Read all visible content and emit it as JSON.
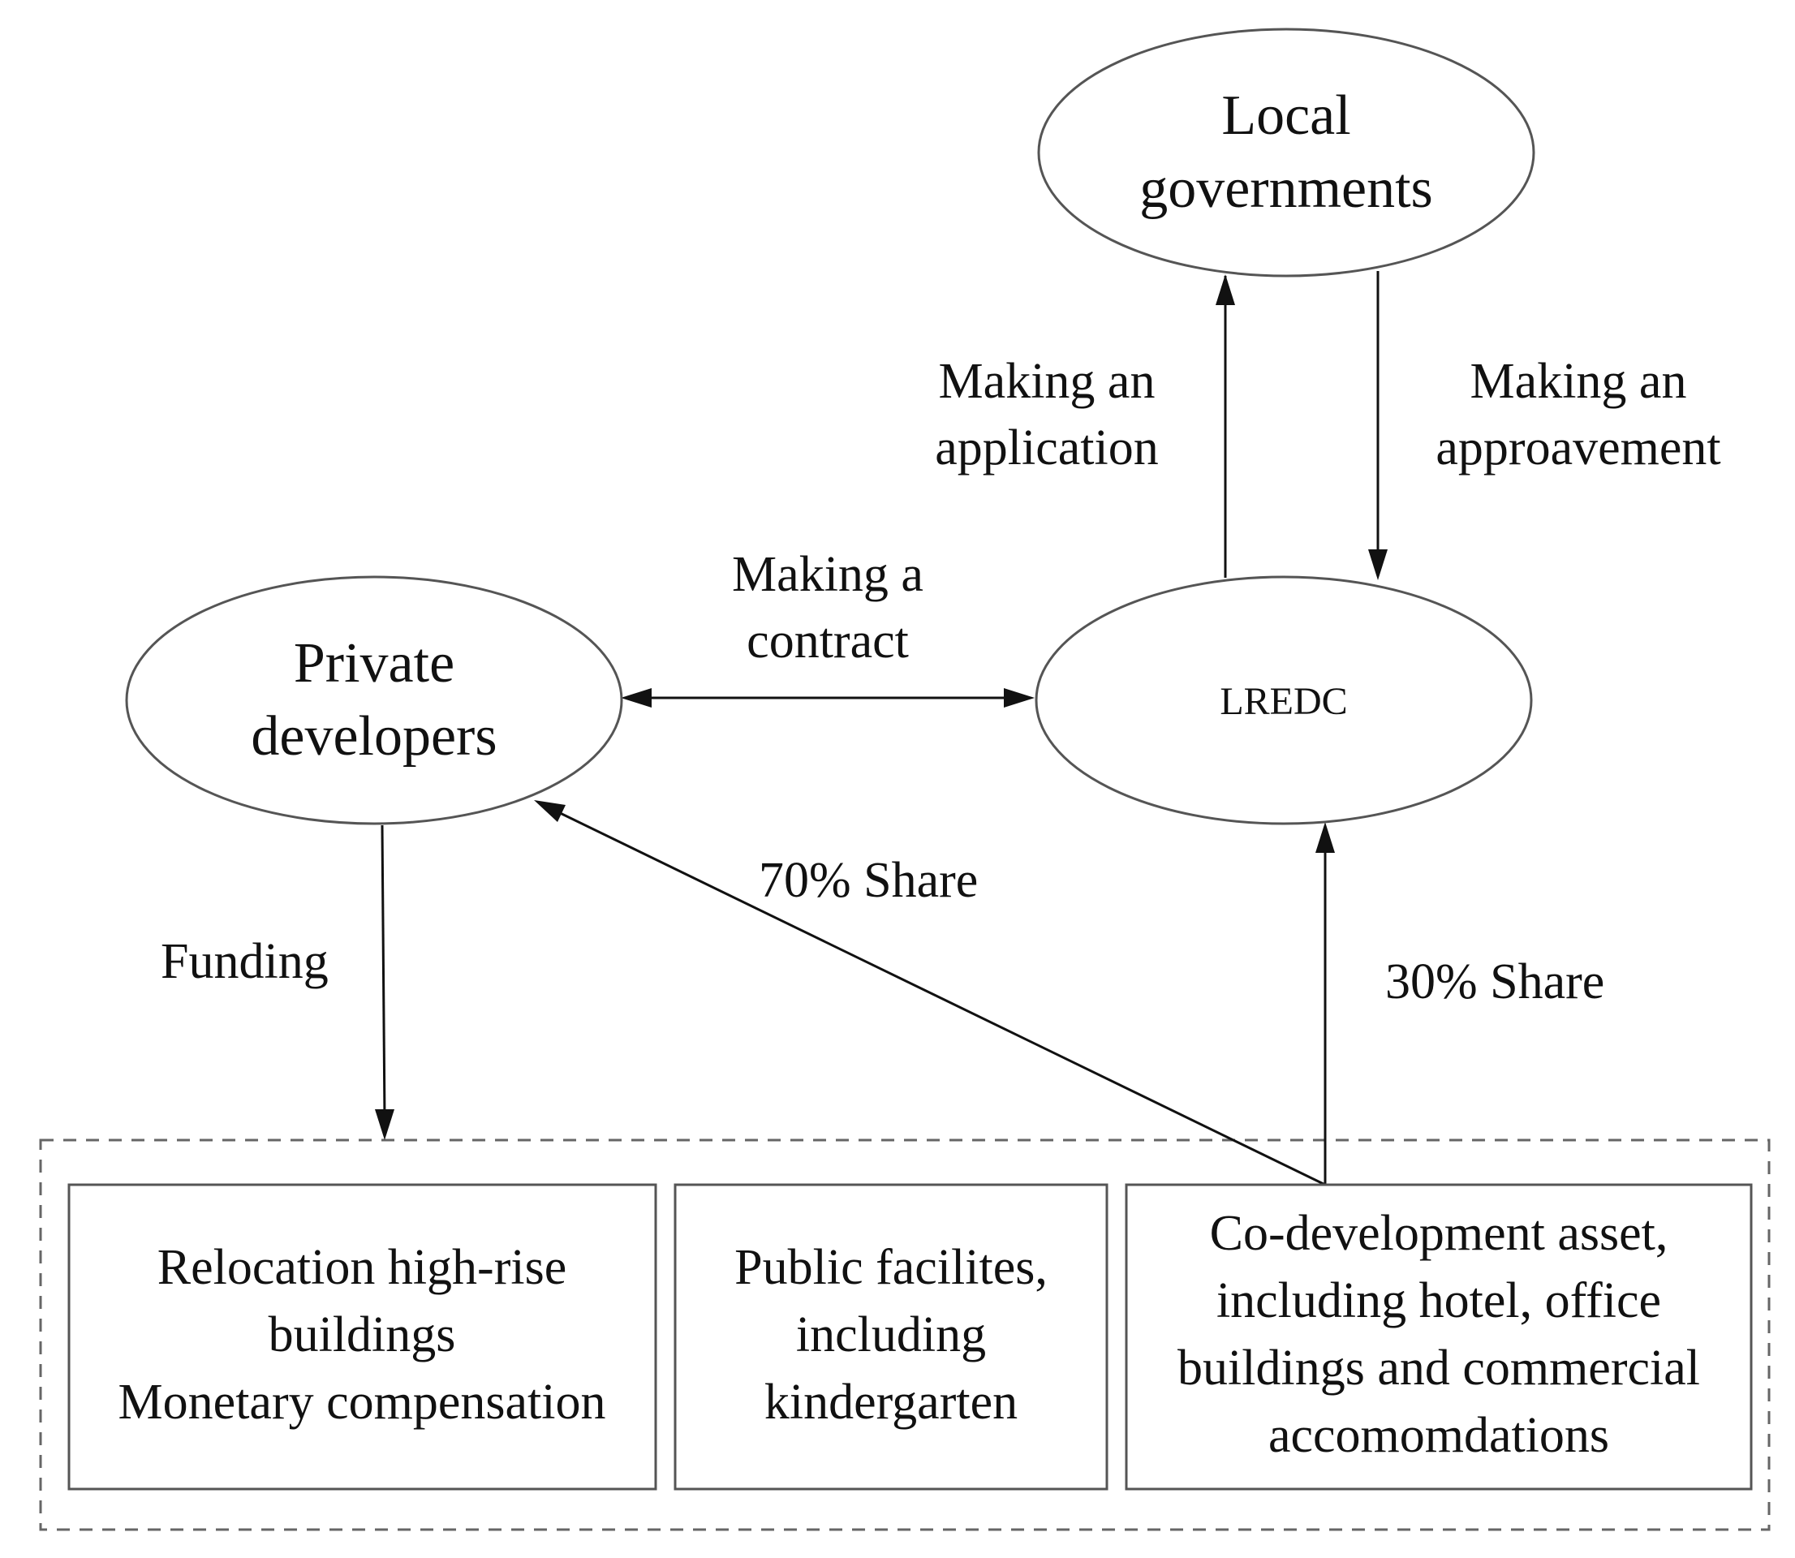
{
  "nodes": {
    "local_governments": {
      "lines": [
        "Local",
        "governments"
      ]
    },
    "private_developers": {
      "lines": [
        "Private",
        "developers"
      ]
    },
    "lredc": {
      "lines": [
        "LREDC"
      ]
    }
  },
  "edges": {
    "application": {
      "lines": [
        "Making an",
        "application"
      ]
    },
    "approvement": {
      "lines": [
        "Making an",
        "approavement"
      ]
    },
    "contract": {
      "lines": [
        "Making a",
        "contract"
      ]
    },
    "funding": {
      "lines": [
        "Funding"
      ]
    },
    "share_70": {
      "lines": [
        "70% Share"
      ]
    },
    "share_30": {
      "lines": [
        "30% Share"
      ]
    }
  },
  "boxes": {
    "relocation": {
      "lines": [
        "Relocation high-rise",
        "buildings",
        "Monetary compensation"
      ]
    },
    "public": {
      "lines": [
        "Public facilites,",
        "including",
        "kindergarten"
      ]
    },
    "codevelopment": {
      "lines": [
        "Co-development asset,",
        "including hotel, office",
        "buildings and commercial",
        "accomomdations"
      ]
    }
  }
}
